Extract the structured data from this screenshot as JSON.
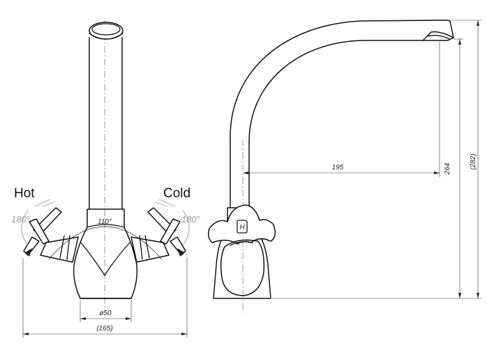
{
  "labels": {
    "hot": "Hot",
    "cold": "Cold",
    "hot_rotation": "180°",
    "cold_rotation": "180°",
    "handle_spread": "110°"
  },
  "dimensions": {
    "base_diameter": "ø50",
    "overall_width": "(165)",
    "spout_reach": "195",
    "outlet_height": "264",
    "overall_height": "(282)"
  },
  "handle_marks": {
    "side_view_mark": "H"
  }
}
